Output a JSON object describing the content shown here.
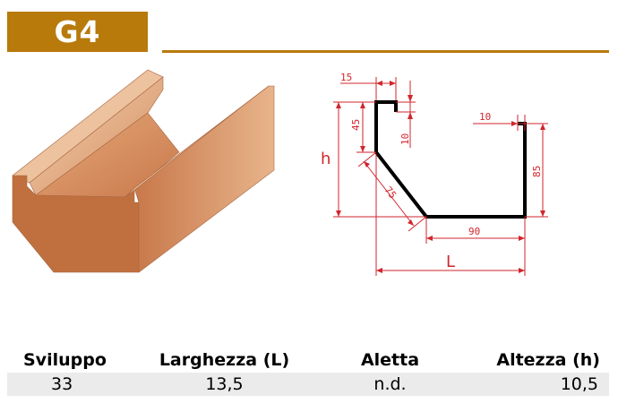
{
  "header": {
    "code": "G4"
  },
  "colors": {
    "accent": "#b77a0b",
    "profile_stroke": "#000000",
    "dimension": "#d2252c",
    "copper": "#d79a6e"
  },
  "drawing": {
    "dimensions": {
      "top_lip": "15",
      "lip_height": "45",
      "lip_drop": "10",
      "right_lip": "10",
      "right_height": "85",
      "slope": "75",
      "base": "90"
    },
    "labels": {
      "height": "h",
      "width": "L"
    }
  },
  "specs": {
    "headers": [
      "Sviluppo",
      "Larghezza (L)",
      "Aletta",
      "Altezza (h)"
    ],
    "values": [
      "33",
      "13,5",
      "n.d.",
      "10,5"
    ]
  }
}
